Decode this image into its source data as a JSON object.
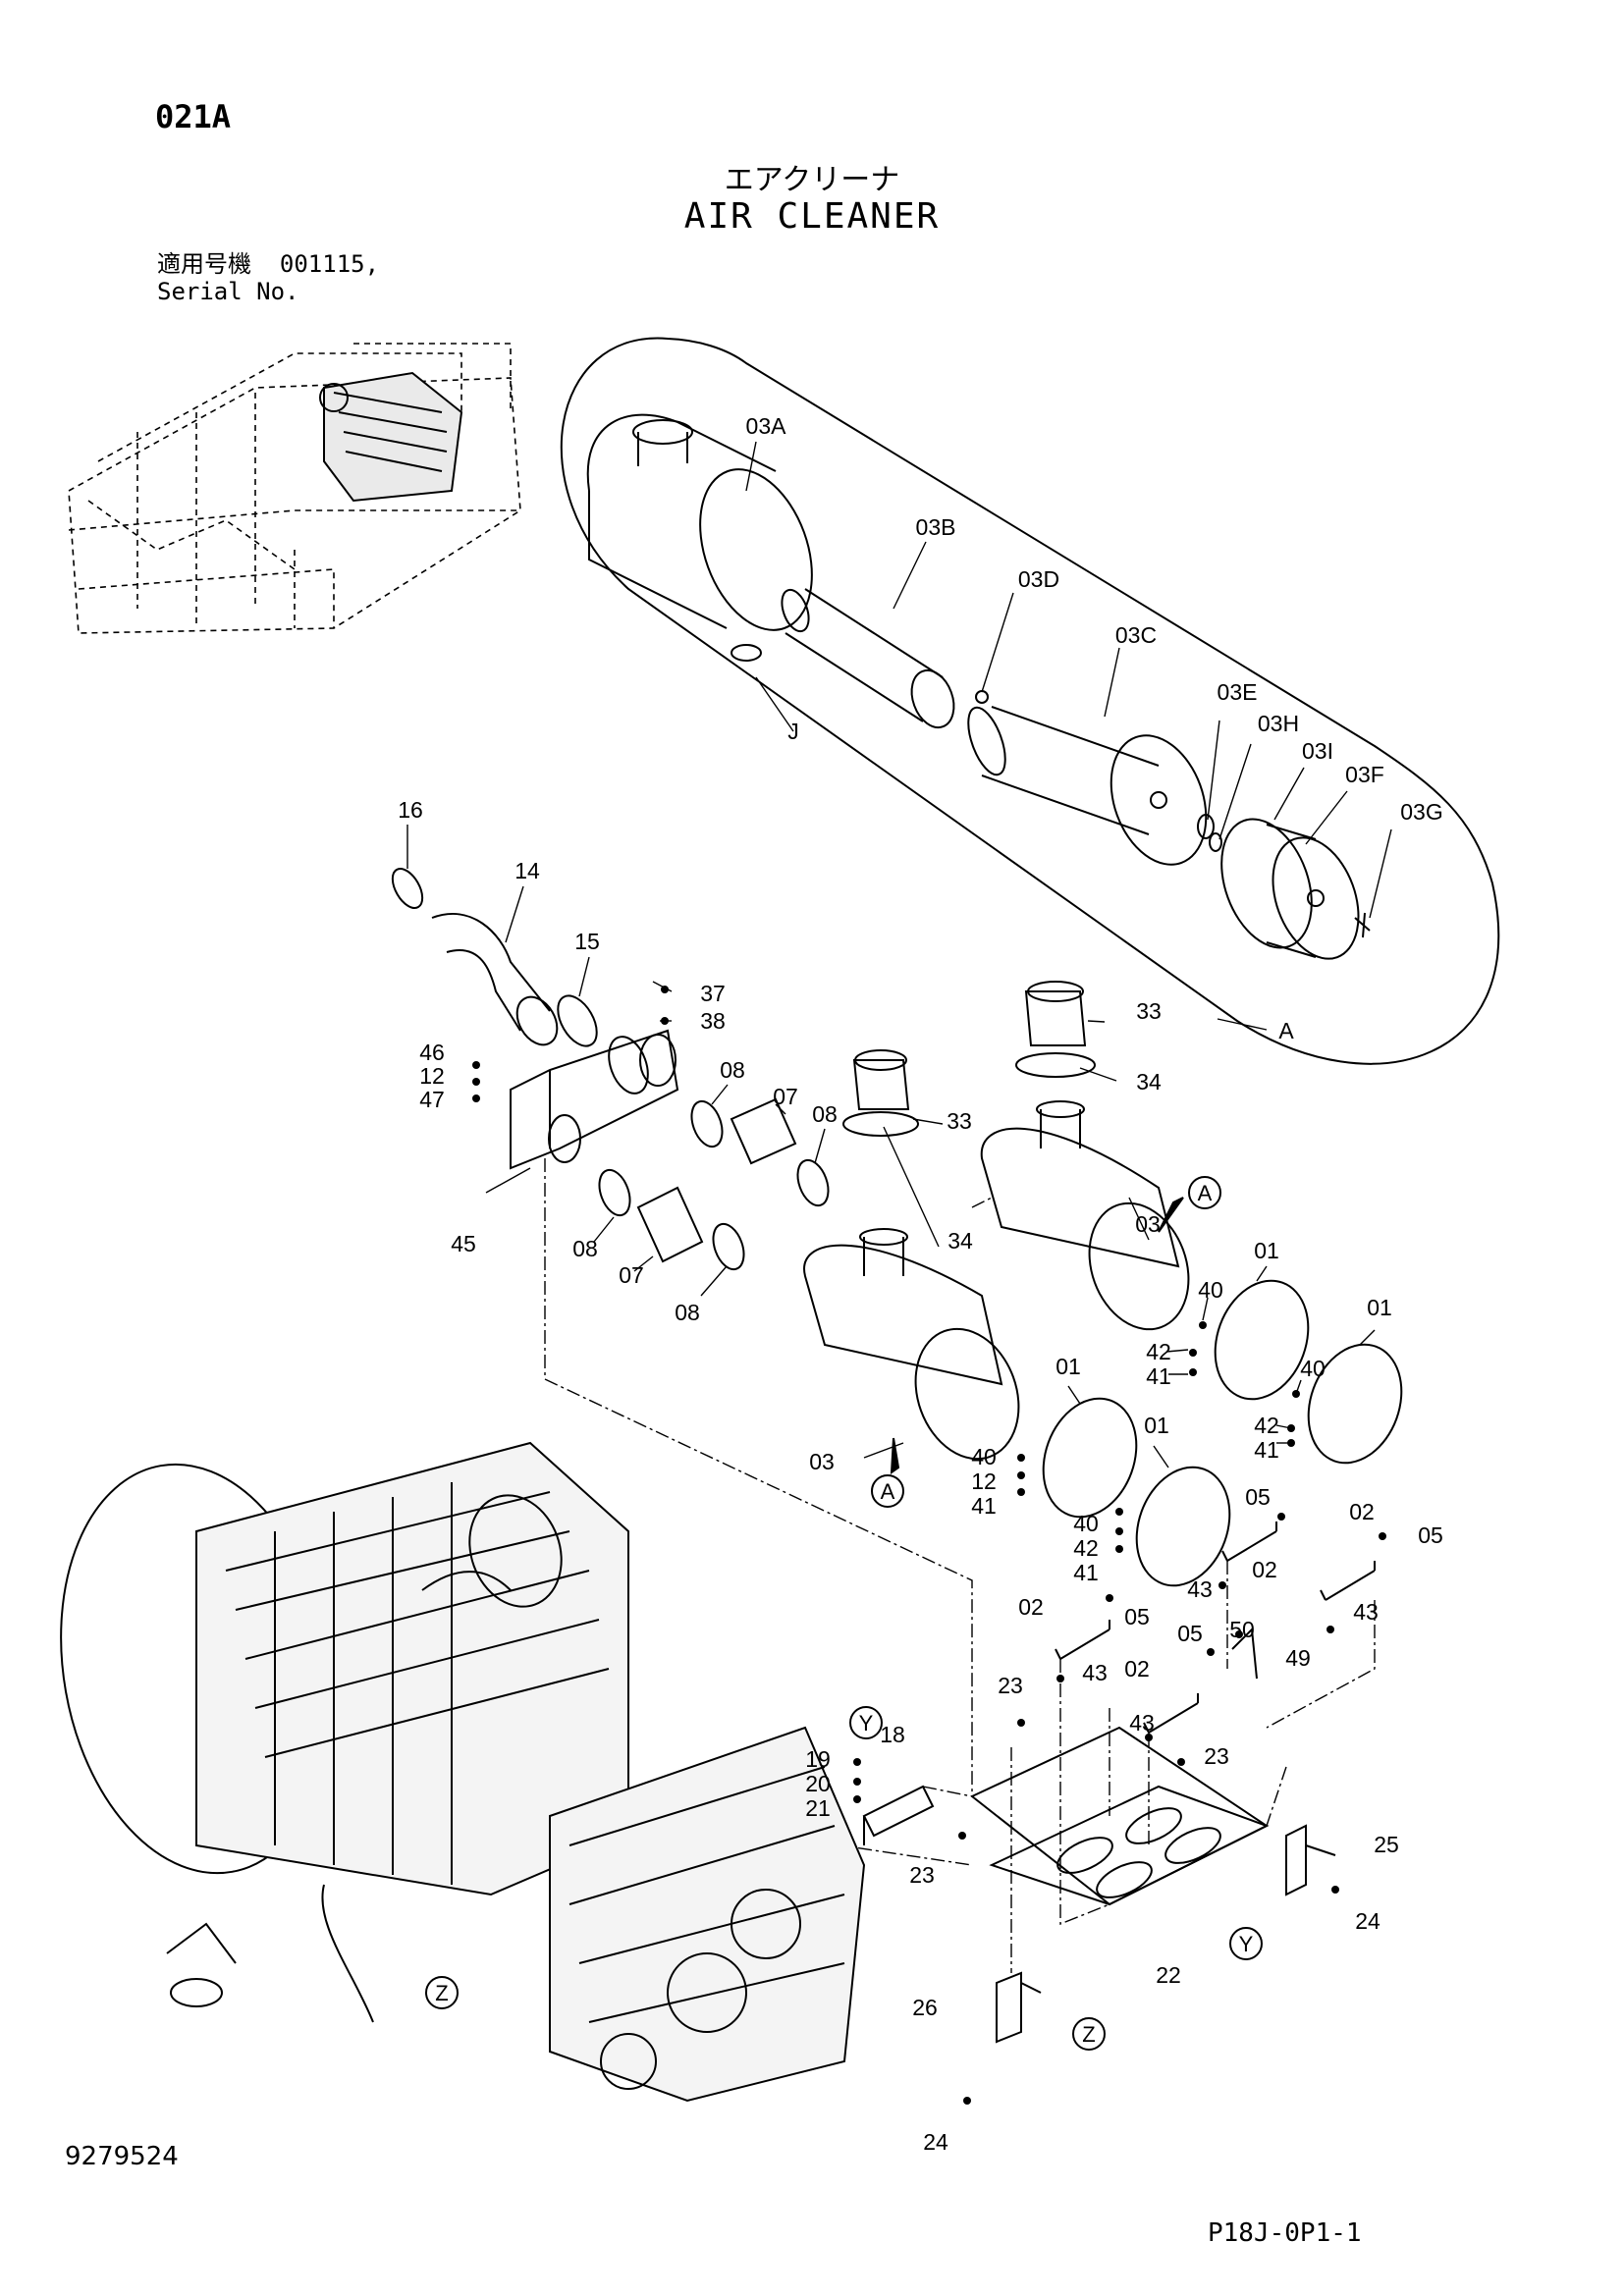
{
  "header": {
    "page_code": "021A",
    "title_jp": "エアクリーナ",
    "title_en": "AIR CLEANER",
    "serial_label_jp": "適用号機",
    "serial_value": "001115,",
    "serial_label_en": "Serial No."
  },
  "footer": {
    "doc_number": "9279524",
    "sheet_code": "P18J-0P1-1"
  },
  "callouts": [
    "03A",
    "03B",
    "03D",
    "03C",
    "J",
    "03E",
    "03H",
    "03I",
    "03F",
    "03G",
    "A",
    "16",
    "14",
    "15",
    "37",
    "38",
    "46",
    "12",
    "47",
    "45",
    "08",
    "07",
    "08",
    "07",
    "08",
    "08",
    "33",
    "34",
    "33",
    "34",
    "03",
    "03",
    "01",
    "01",
    "01",
    "01",
    "40",
    "42",
    "41",
    "40",
    "42",
    "41",
    "40",
    "12",
    "41",
    "40",
    "42",
    "41",
    "05",
    "05",
    "02",
    "43",
    "02",
    "43",
    "02",
    "43",
    "05",
    "02",
    "43",
    "05",
    "50",
    "49",
    "23",
    "23",
    "23",
    "22",
    "18",
    "19",
    "20",
    "21",
    "25",
    "24",
    "26",
    "24"
  ],
  "view_markers": [
    "A",
    "A",
    "Y",
    "Y",
    "Z",
    "Z"
  ]
}
